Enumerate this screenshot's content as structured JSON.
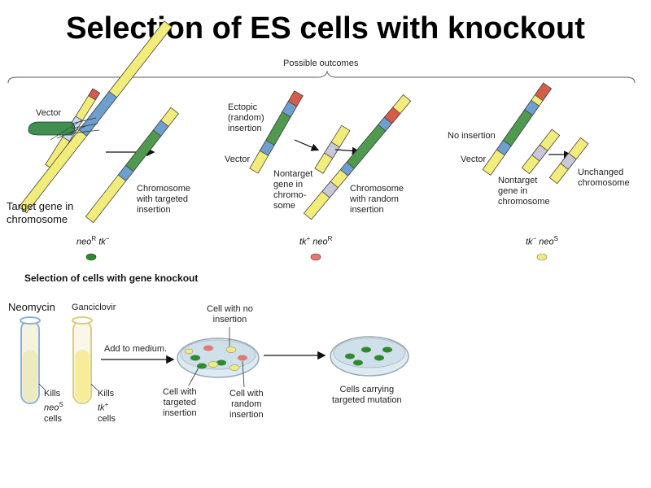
{
  "title": "Selection of ES cells with knockout",
  "outcomes_header": "Possible outcomes",
  "panel1": {
    "vector": "Vector",
    "target_gene_line1": "Target gene in",
    "target_gene_line2": "chromosome",
    "result_line1": "Chromosome",
    "result_line2": "with targeted",
    "result_line3": "insertion",
    "genotype_a": "neo",
    "genotype_a_sup": "R",
    "genotype_b": "tk",
    "genotype_b_sup": "−"
  },
  "panel2": {
    "ectopic_line1": "Ectopic",
    "ectopic_line2": "(random)",
    "ectopic_line3": "insertion",
    "vector": "Vector",
    "nontarget_line1": "Nontarget",
    "nontarget_line2": "gene in",
    "nontarget_line3": "chromo-",
    "nontarget_line4": "some",
    "result_line1": "Chromosome",
    "result_line2": "with random",
    "result_line3": "insertion",
    "genotype_a": "tk",
    "genotype_a_sup": "+",
    "genotype_b": "neo",
    "genotype_b_sup": "R"
  },
  "panel3": {
    "no_insertion": "No insertion",
    "vector": "Vector",
    "nontarget_line1": "Nontarget",
    "nontarget_line2": "gene in",
    "nontarget_line3": "chromosome",
    "unchanged_line1": "Unchanged",
    "unchanged_line2": "chromosome",
    "genotype_a": "tk",
    "genotype_a_sup": "−",
    "genotype_b": "neo",
    "genotype_b_sup": "S"
  },
  "selection": {
    "heading": "Selection of cells with gene knockout",
    "neomycin": "Neomycin",
    "ganciclovir": "Ganciclovir",
    "kills1_line1": "Kills",
    "kills1_gene": "neo",
    "kills1_sup": "S",
    "kills1_line3": "cells",
    "kills2_line1": "Kills",
    "kills2_gene": "tk",
    "kills2_sup": "+",
    "kills2_line3": "cells",
    "add_medium": "Add to medium.",
    "no_insert_line1": "Cell with no",
    "no_insert_line2": "insertion",
    "targeted_line1": "Cell with",
    "targeted_line2": "targeted",
    "targeted_line3": "insertion",
    "random_line1": "Cell with",
    "random_line2": "random",
    "random_line3": "insertion",
    "carrying_line1": "Cells carrying",
    "carrying_line2": "targeted mutation"
  },
  "colors": {
    "yellow": "#f2ec7a",
    "blue": "#6f9fcf",
    "green": "#4f9a4f",
    "red": "#d65c4a",
    "gray": "#c8c8d6",
    "cell_green": "#2f8a2f",
    "cell_red": "#e07a70",
    "cell_yellow": "#f0e88a"
  }
}
